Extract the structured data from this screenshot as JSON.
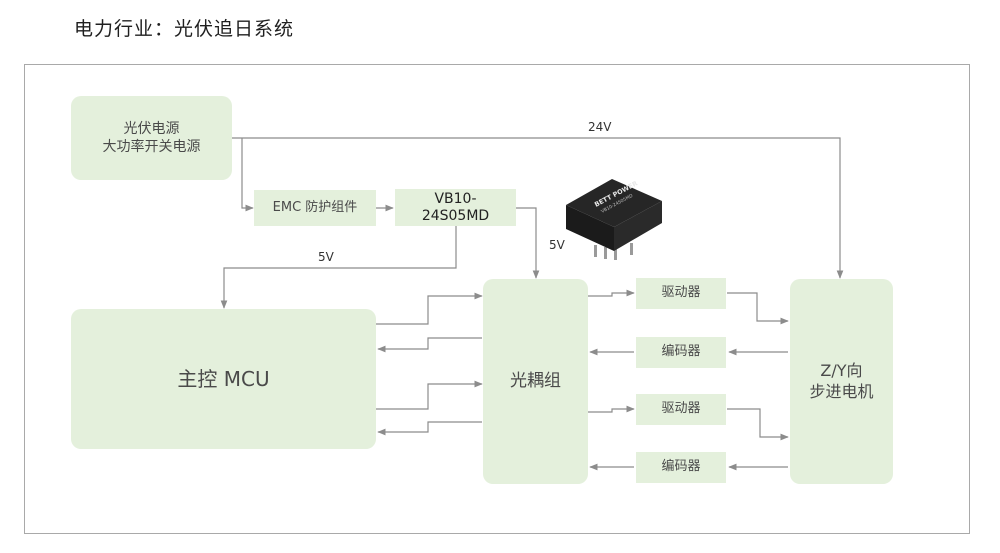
{
  "title": "电力行业：光伏追日系统",
  "blocks": {
    "pv_supply_line1": "光伏电源",
    "pv_supply_line2": "大功率开关电源",
    "emc": "EMC 防护组件",
    "vb_line1": "VB10-",
    "vb_line2": "24S05MD",
    "mcu": "主控 MCU",
    "optocoupler": "光耦组",
    "driver1": "驱动器",
    "encoder1": "编码器",
    "driver2": "驱动器",
    "encoder2": "编码器",
    "motor_line1": "Z/Y向",
    "motor_line2": "步进电机"
  },
  "labels": {
    "v24": "24V",
    "v5_left": "5V",
    "v5_right": "5V"
  },
  "module_image": {
    "brand": "BETT POWER",
    "model": "VB10-24S05MD"
  },
  "colors": {
    "block_fill": "#e4f0dc",
    "line": "#8c8c8c",
    "frame": "#a9a9a9"
  }
}
